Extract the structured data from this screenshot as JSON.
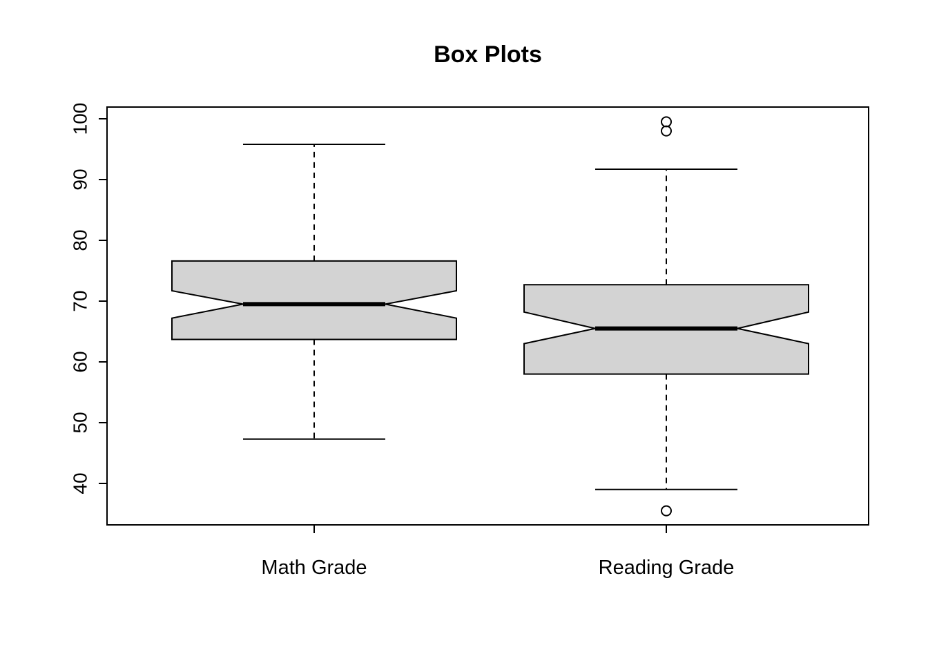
{
  "chart_data": {
    "type": "boxplot",
    "title": "Box Plots",
    "notched": true,
    "ylim": [
      33,
      101.5
    ],
    "y_ticks": [
      40,
      50,
      60,
      70,
      80,
      90,
      100
    ],
    "categories": [
      "Math Grade",
      "Reading Grade"
    ],
    "series": [
      {
        "name": "Math Grade",
        "lower_whisker": 47.3,
        "q1": 63.7,
        "median": 69.5,
        "q3": 76.6,
        "upper_whisker": 95.8,
        "notch_low": 67.2,
        "notch_high": 71.7,
        "outliers": []
      },
      {
        "name": "Reading Grade",
        "lower_whisker": 39.0,
        "q1": 58.0,
        "median": 65.5,
        "q3": 72.7,
        "upper_whisker": 91.7,
        "notch_low": 63.0,
        "notch_high": 68.2,
        "outliers": [
          99.5,
          98.0,
          35.5
        ]
      }
    ],
    "legend": "none",
    "grid": false,
    "colors": {
      "box_fill": "#d3d3d3",
      "stroke": "#000000",
      "background": "#ffffff"
    }
  }
}
